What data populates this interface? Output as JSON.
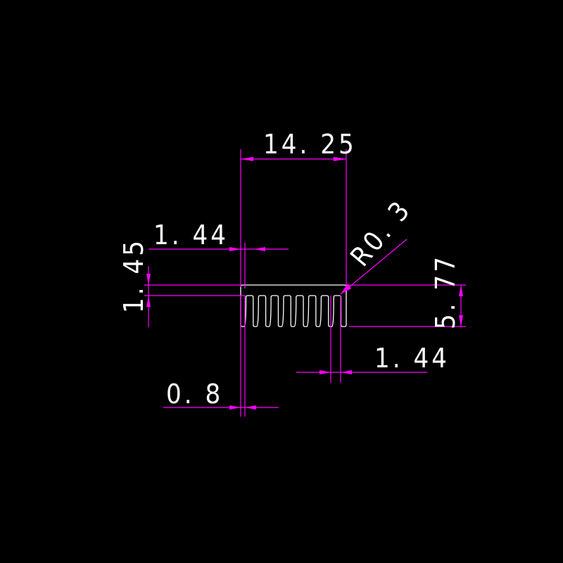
{
  "drawing": {
    "background": "#000000",
    "dimension_color": "#ff00ff",
    "geometry_color": "#ffffff",
    "fin_count": 9
  },
  "dimensions": {
    "overall_width": "14. 25",
    "fin_thickness_top": "1. 44",
    "base_thickness": "1. 45",
    "fillet_radius": "R0. 3",
    "overall_height": "5. 77",
    "fin_thickness_bottom": "1. 44",
    "fin_gap": "0. 8"
  }
}
